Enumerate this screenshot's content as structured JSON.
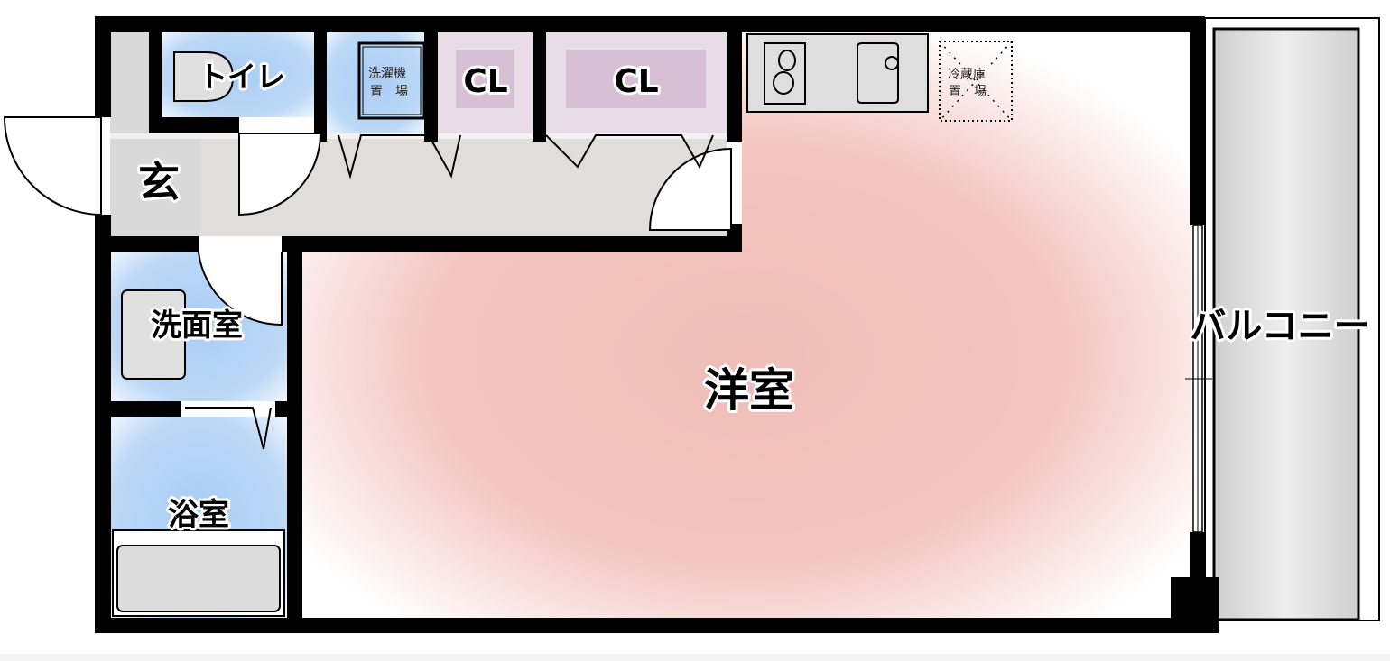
{
  "floor_plan": {
    "rooms": {
      "toilet": "トイレ",
      "washer_line1": "洗濯機",
      "washer_line2": "置　場",
      "closet_1": "CL",
      "closet_2": "CL",
      "fridge_line1": "冷蔵庫",
      "fridge_line2": "置　場",
      "entrance": "玄",
      "washroom": "洗面室",
      "western_room": "洋室",
      "bathroom": "浴室",
      "balcony": "バルコニー"
    },
    "colors": {
      "wall": "#000000",
      "wet_area": "#b3d3f5",
      "closet": "#d7c0d4",
      "corridor": "#e2dddd",
      "western_room": "#f2c4c0",
      "balcony": "#e6e6e6"
    }
  }
}
